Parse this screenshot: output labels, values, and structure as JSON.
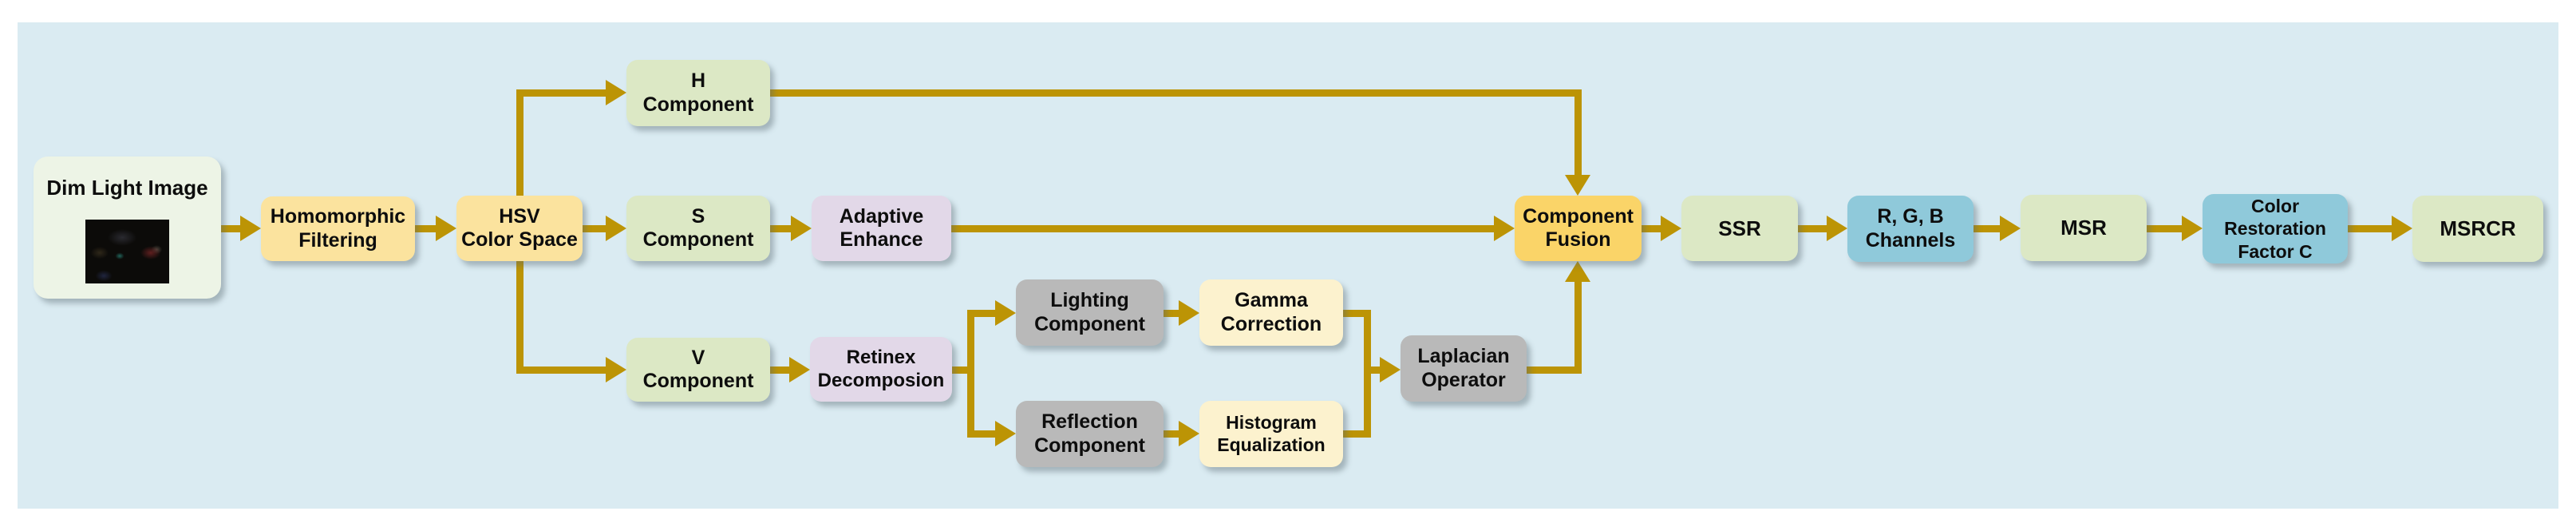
{
  "diagram": {
    "type": "flowchart",
    "subject": "MSRCR dim-light image enhancement pipeline",
    "colors": {
      "page_background": "#FFFFFF",
      "panel_background": "#DAEBF2",
      "arrow": "#BC9405",
      "node_offwhite": "#EDF4E6",
      "node_yellow": "#FBE39E",
      "node_gold": "#FAD468",
      "node_green": "#DCE8C5",
      "node_lavender": "#E2D8E8",
      "node_gray": "#B9B9B9",
      "node_cream": "#FCF2CE",
      "node_teal": "#8FC9DA",
      "text": "#0D0D0D"
    },
    "nodes": {
      "dim": {
        "lines": [
          "Dim Light Image"
        ]
      },
      "homomorphic": {
        "lines": [
          "Homomorphic",
          "Filtering"
        ]
      },
      "hsv": {
        "lines": [
          "HSV",
          "Color Space"
        ]
      },
      "h_component": {
        "lines": [
          "H",
          "Component"
        ]
      },
      "s_component": {
        "lines": [
          "S",
          "Component"
        ]
      },
      "v_component": {
        "lines": [
          "V",
          "Component"
        ]
      },
      "adaptive": {
        "lines": [
          "Adaptive",
          "Enhance"
        ]
      },
      "retinex": {
        "lines": [
          "Retinex",
          "Decomposion"
        ]
      },
      "lighting": {
        "lines": [
          "Lighting",
          "Component"
        ]
      },
      "reflection": {
        "lines": [
          "Reflection",
          "Component"
        ]
      },
      "gamma": {
        "lines": [
          "Gamma",
          "Correction"
        ]
      },
      "histogram": {
        "lines": [
          "Histogram",
          "Equalization"
        ]
      },
      "laplacian": {
        "lines": [
          "Laplacian",
          "Operator"
        ]
      },
      "fusion": {
        "lines": [
          "Component",
          "Fusion"
        ]
      },
      "ssr": {
        "lines": [
          "SSR"
        ]
      },
      "rgb": {
        "lines": [
          "R、G、B",
          "Channels"
        ]
      },
      "msr": {
        "lines": [
          "MSR"
        ]
      },
      "crf": {
        "lines": [
          "Color",
          "Restoration",
          "Factor C"
        ]
      },
      "msrcr": {
        "lines": [
          "MSRCR"
        ]
      }
    },
    "edges": [
      {
        "from": "Dim Light Image",
        "to": "Homomorphic Filtering"
      },
      {
        "from": "Homomorphic Filtering",
        "to": "HSV Color Space"
      },
      {
        "from": "HSV Color Space",
        "to": "H Component"
      },
      {
        "from": "HSV Color Space",
        "to": "S Component"
      },
      {
        "from": "HSV Color Space",
        "to": "V Component"
      },
      {
        "from": "H Component",
        "to": "Component Fusion"
      },
      {
        "from": "S Component",
        "to": "Adaptive Enhance"
      },
      {
        "from": "Adaptive Enhance",
        "to": "Component Fusion"
      },
      {
        "from": "V Component",
        "to": "Retinex Decomposion"
      },
      {
        "from": "Retinex Decomposion",
        "to": "Lighting Component"
      },
      {
        "from": "Retinex Decomposion",
        "to": "Reflection Component"
      },
      {
        "from": "Lighting Component",
        "to": "Gamma Correction"
      },
      {
        "from": "Reflection Component",
        "to": "Histogram Equalization"
      },
      {
        "from": "Gamma Correction",
        "to": "Laplacian Operator"
      },
      {
        "from": "Histogram Equalization",
        "to": "Laplacian Operator"
      },
      {
        "from": "Laplacian Operator",
        "to": "Component Fusion"
      },
      {
        "from": "Component Fusion",
        "to": "SSR"
      },
      {
        "from": "SSR",
        "to": "R、G、B Channels"
      },
      {
        "from": "R、G、B Channels",
        "to": "MSR"
      },
      {
        "from": "MSR",
        "to": "Color Restoration Factor C"
      },
      {
        "from": "Color Restoration Factor C",
        "to": "MSRCR"
      }
    ]
  }
}
